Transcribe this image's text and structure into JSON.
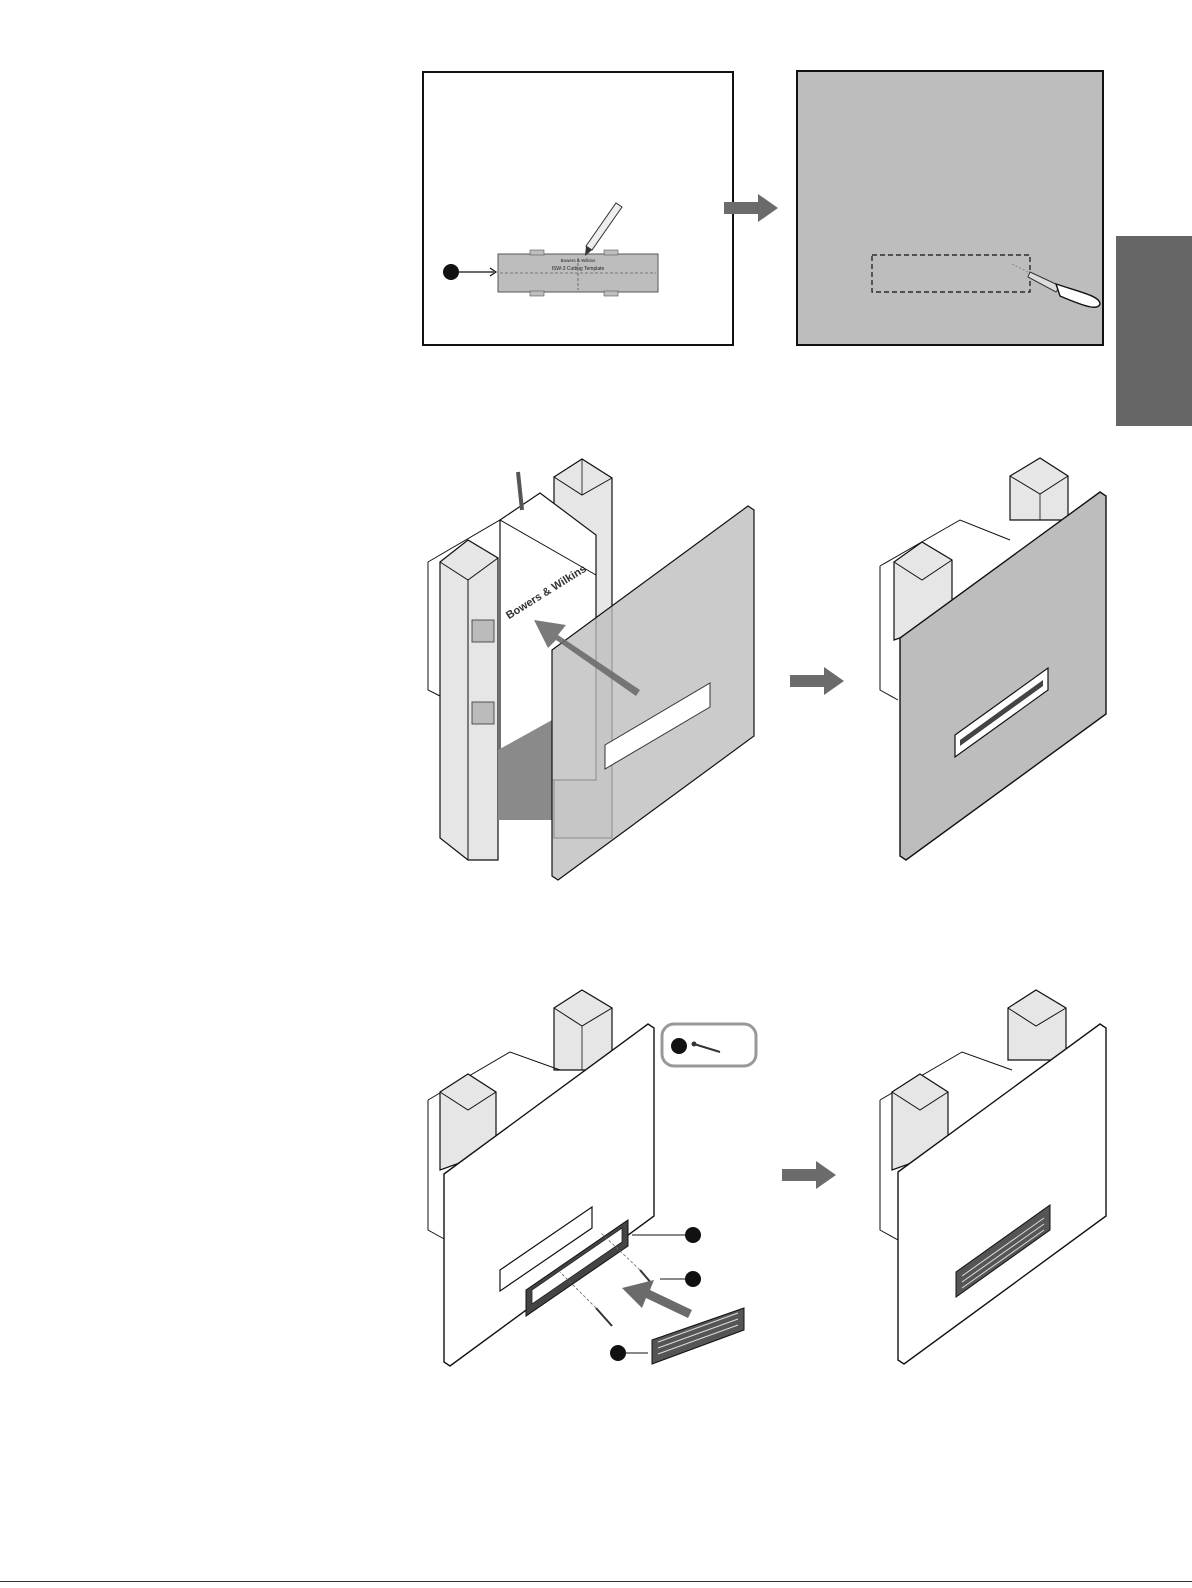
{
  "template": {
    "brand_small": "Bowers & Wilkins",
    "title_small": "ISW-3 Cutting Template"
  },
  "enclosure": {
    "brand": "Bowers & Wilkins"
  },
  "footer": {
    "label": "",
    "page": ""
  },
  "colors": {
    "panel_gray": "#bdbdbd",
    "arrow_gray": "#6b6b6b",
    "stud_fill": "#e6e6e6",
    "side_tab": "#666666",
    "callout_dot": "#111111"
  },
  "icons": [
    "pencil-icon",
    "drywall-saw-icon",
    "screw-icon",
    "arrow-right-icon",
    "callout-dot-icon"
  ]
}
